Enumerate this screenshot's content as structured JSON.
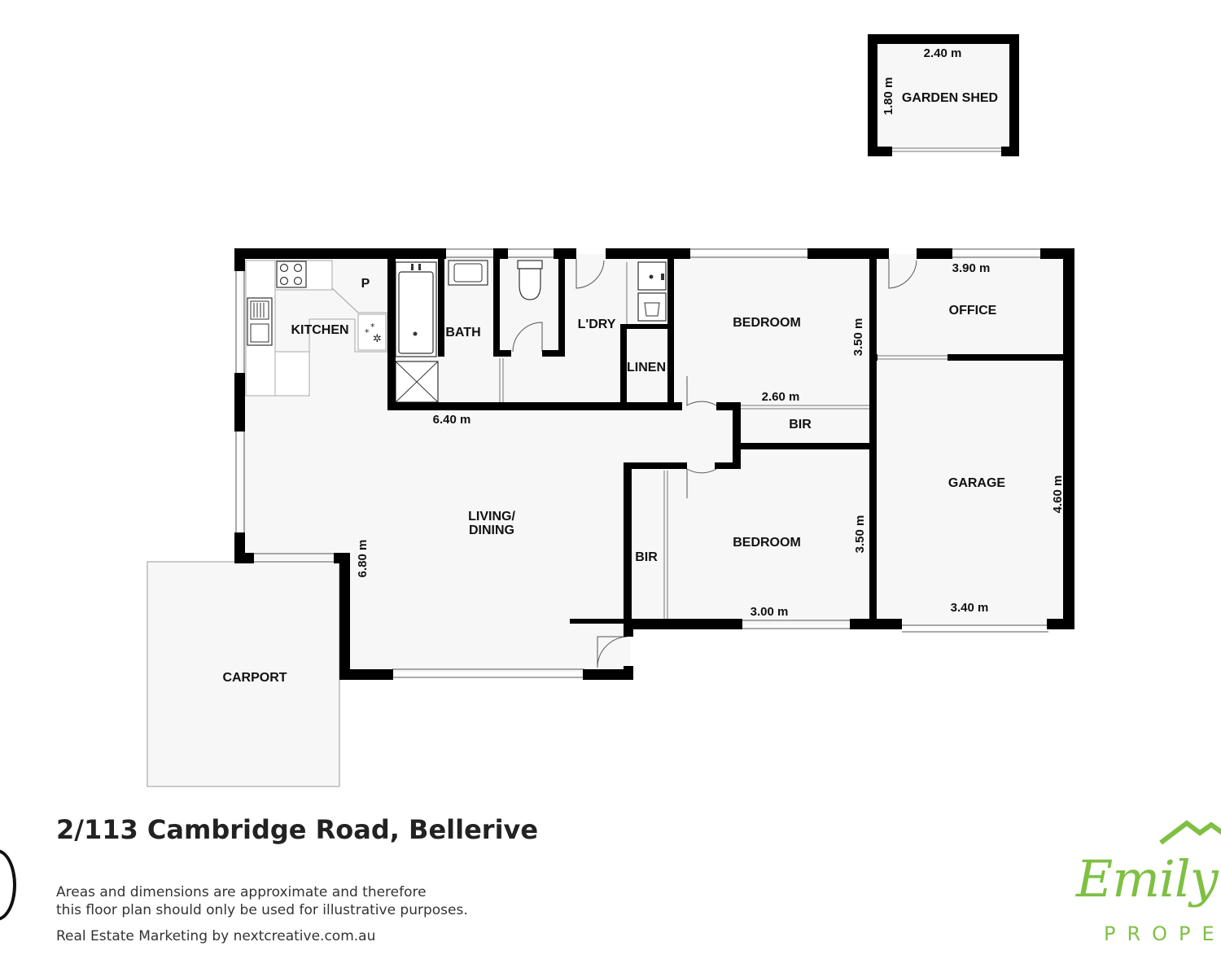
{
  "rooms": {
    "garden_shed": "GARDEN SHED",
    "kitchen": "KITCHEN",
    "pantry": "P",
    "bath": "BATH",
    "laundry": "L'DRY",
    "linen": "LINEN",
    "bedroom_1": "BEDROOM",
    "office": "OFFICE",
    "bir_1": "BIR",
    "garage": "GARAGE",
    "living_line1": "LIVING/",
    "living_line2": "DINING",
    "bir_2": "BIR",
    "bedroom_2": "BEDROOM",
    "carport": "CARPORT"
  },
  "dimensions": {
    "shed_width": "2.40 m",
    "shed_depth": "1.80 m",
    "office_width": "3.90 m",
    "bedroom1_depth": "3.50 m",
    "bedroom1_width": "2.60 m",
    "living_width": "6.40 m",
    "living_depth": "6.80 m",
    "garage_depth": "4.60 m",
    "bedroom2_depth": "3.50 m",
    "bedroom2_width": "3.00 m",
    "garage_width": "3.40 m"
  },
  "footer": {
    "address": "2/113 Cambridge Road, Bellerive",
    "disclaimer_line1": "Areas and dimensions are approximate and therefore",
    "disclaimer_line2": "this floor plan should only be used for illustrative purposes.",
    "credit": "Real Estate Marketing by nextcreative.com.au"
  },
  "logo": {
    "script": "Emily G",
    "sub": "PROPE"
  },
  "colors": {
    "wall": "#000000",
    "floor": "#f7f7f7",
    "brand": "#7fc043"
  }
}
